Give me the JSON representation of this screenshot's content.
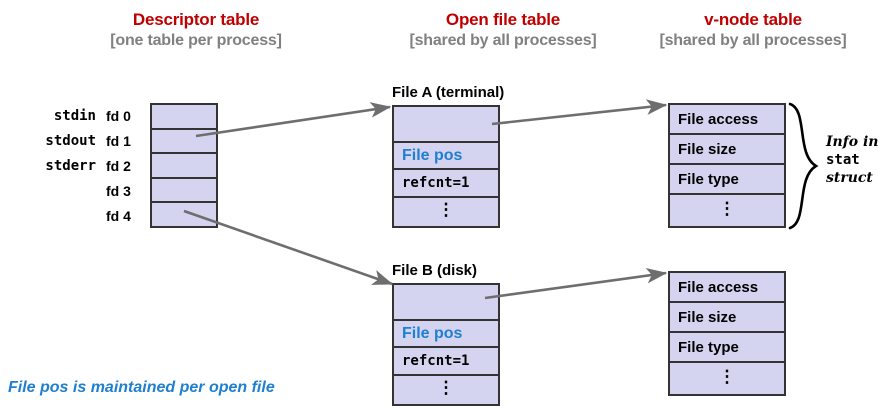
{
  "headers": {
    "descriptor": {
      "title": "Descriptor table",
      "subtitle": "[one table per process]"
    },
    "openfile": {
      "title": "Open file table",
      "subtitle": "[shared by all processes]"
    },
    "vnode": {
      "title": "v-node table",
      "subtitle": "[shared by all processes]"
    }
  },
  "descriptor_table": {
    "rows": [
      {
        "stream": "stdin",
        "fd": "fd 0",
        "value": ""
      },
      {
        "stream": "stdout",
        "fd": "fd 1",
        "value": ""
      },
      {
        "stream": "stderr",
        "fd": "fd 2",
        "value": ""
      },
      {
        "stream": "",
        "fd": "fd 3",
        "value": ""
      },
      {
        "stream": "",
        "fd": "fd 4",
        "value": ""
      }
    ]
  },
  "open_file_tables": [
    {
      "label": "File A (terminal)",
      "cells": [
        {
          "text": "",
          "style": "blank"
        },
        {
          "text": "File pos",
          "style": "blue"
        },
        {
          "text": "refcnt=1",
          "style": "mono"
        },
        {
          "text": "⋮",
          "style": "dots"
        }
      ]
    },
    {
      "label": "File B (disk)",
      "cells": [
        {
          "text": "",
          "style": "blank"
        },
        {
          "text": "File pos",
          "style": "blue"
        },
        {
          "text": "refcnt=1",
          "style": "mono"
        },
        {
          "text": "⋮",
          "style": "dots"
        }
      ]
    }
  ],
  "vnode_tables": [
    {
      "cells": [
        "File access",
        "File size",
        "File type",
        "⋮"
      ]
    },
    {
      "cells": [
        "File access",
        "File size",
        "File type",
        "⋮"
      ]
    }
  ],
  "stat_note": {
    "line1": "Info in",
    "line2": "stat",
    "line3": "struct"
  },
  "footnote": "File pos is maintained per open file",
  "colors": {
    "heading_red": "#C00000",
    "subheading_gray": "#808080",
    "cell_fill": "#D4D4F0",
    "cell_border": "#333333",
    "accent_blue": "#1F7FD0",
    "arrow_gray": "#6E6E6E"
  }
}
